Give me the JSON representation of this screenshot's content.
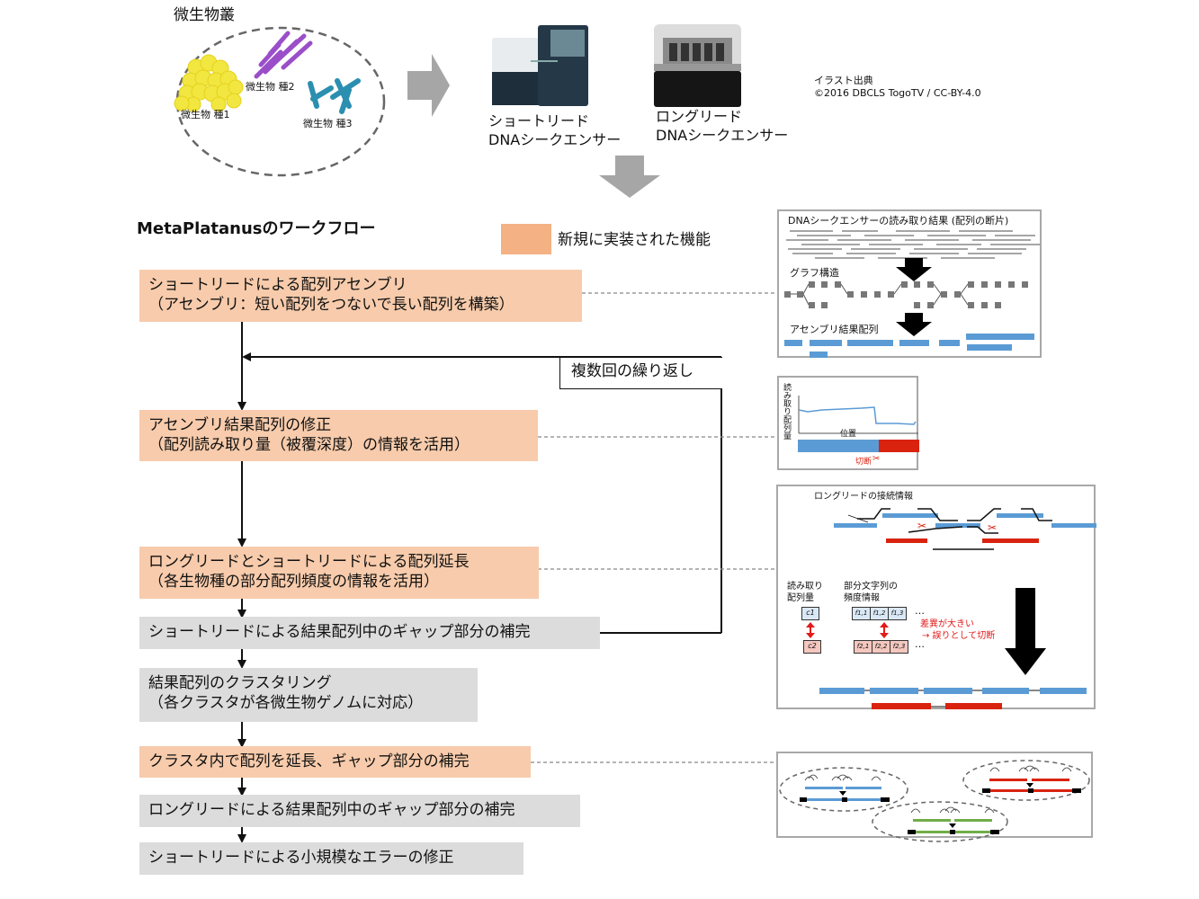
{
  "top": {
    "community_title": "微生物叢",
    "species": [
      "微生物 種1",
      "微生物 種2",
      "微生物 種3"
    ],
    "short_sequencer": [
      "ショートリード",
      "DNAシークエンサー"
    ],
    "long_sequencer": [
      "ロングリード",
      "DNAシークエンサー"
    ],
    "credit": [
      "イラスト出典",
      "©2016 DBCLS TogoTV / CC-BY-4.0"
    ]
  },
  "workflow": {
    "title": "MetaPlatanusのワークフロー",
    "legend_label": "新規に実装された機能",
    "legend_color": "#f4b183",
    "loop_label": "複数回の繰り返し",
    "steps": [
      {
        "text": "ショートリードによる配列アセンブリ\n（アセンブリ：短い配列をつないで長い配列を構築）",
        "is_new": true
      },
      {
        "text": "アセンブリ結果配列の修正\n（配列読み取り量（被覆深度）の情報を活用）",
        "is_new": true
      },
      {
        "text": "ロングリードとショートリードによる配列延長\n（各生物種の部分配列頻度の情報を活用）",
        "is_new": true
      },
      {
        "text": "ショートリードによる結果配列中のギャップ部分の補完",
        "is_new": false
      },
      {
        "text": "結果配列のクラスタリング\n（各クラスタが各微生物ゲノムに対応）",
        "is_new": false
      },
      {
        "text": "クラスタ内で配列を延長、ギャップ部分の補完",
        "is_new": true
      },
      {
        "text": "ロングリードによる結果配列中のギャップ部分の補完",
        "is_new": false
      },
      {
        "text": "ショートリードによる小規模なエラーの修正",
        "is_new": false
      }
    ]
  },
  "panels": {
    "assembly": {
      "reads_label": "DNAシークエンサーの読み取り結果 (配列の断片)",
      "graph_label": "グラフ構造",
      "result_label": "アセンブリ結果配列"
    },
    "coverage": {
      "y_label": "読み取り配列量",
      "x_label": "位置",
      "cut_label": "切断"
    },
    "extension": {
      "connection_label": "ロングリードの接続情報",
      "read_amount_label": [
        "読み取り",
        "配列量"
      ],
      "freq_label": [
        "部分文字列の",
        "頻度情報"
      ],
      "c_cells": [
        "c1",
        "c2"
      ],
      "f_row1": [
        "f1,1",
        "f1,2",
        "f1,3"
      ],
      "f_row2": [
        "f2,1",
        "f2,2",
        "f2,3"
      ],
      "ellipsis": "…",
      "diff_note": [
        "差異が大きい",
        "→ 誤りとして切断"
      ]
    }
  },
  "colors": {
    "new_step": "#f7cbab",
    "old_step": "#dcdcdc",
    "blue_seq": "#5b9bd5",
    "red_seq": "#d9230f",
    "green_seq": "#70ad47"
  }
}
